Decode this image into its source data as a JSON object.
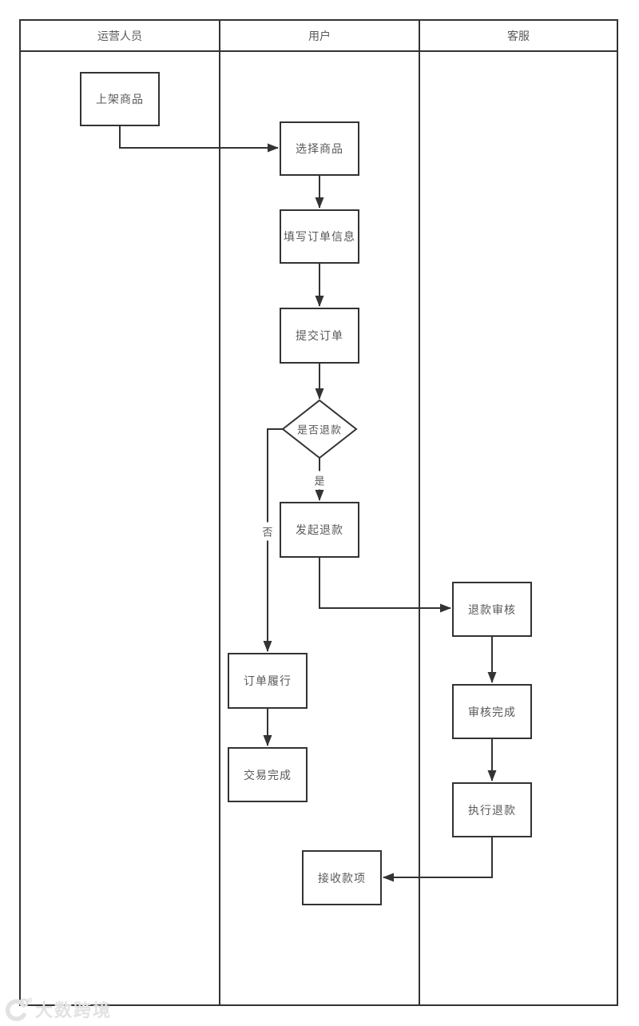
{
  "diagram": {
    "lane_headers": [
      "运营人员",
      "用户",
      "客服"
    ],
    "nodes": {
      "list_product": "上架商品",
      "select_product": "选择商品",
      "fill_order_info": "填写订单信息",
      "submit_order": "提交订单",
      "refund_decision": "是否退款",
      "initiate_refund": "发起退款",
      "order_fulfillment": "订单履行",
      "transaction_complete": "交易完成",
      "refund_review": "退款审核",
      "review_complete": "审核完成",
      "execute_refund": "执行退款",
      "receive_payment": "接收款项"
    },
    "edge_labels": {
      "yes": "是",
      "no": "否"
    },
    "colors": {
      "line": "#333333",
      "text": "#595959",
      "watermark": "#e2e2e2"
    }
  },
  "watermark": {
    "brand": "大数跨境"
  }
}
